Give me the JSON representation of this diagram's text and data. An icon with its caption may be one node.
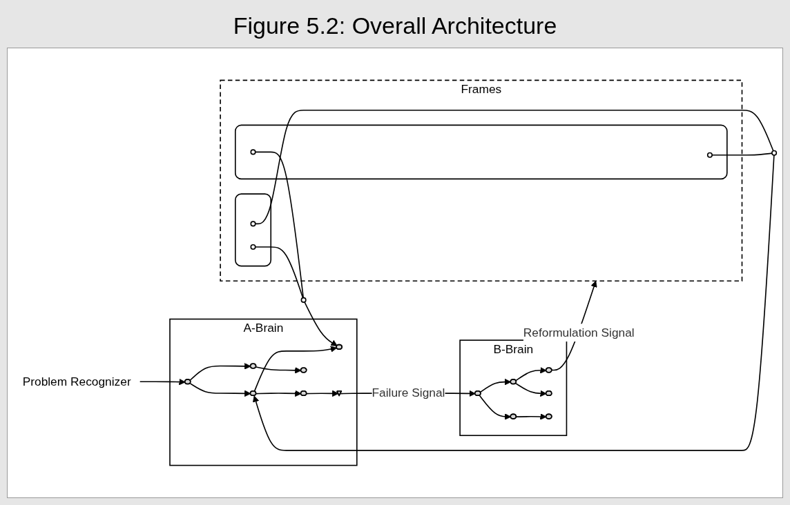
{
  "diagram": {
    "title": "Figure 5.2: Overall Architecture",
    "nodes": [
      {
        "text": [
          "Problem Recognizer"
        ]
      },
      {
        "text": [
          "Frames"
        ]
      },
      {
        "text": [],
        "shape": "box",
        "in": 1
      },
      {
        "text": [],
        "shape": "circle",
        "in": 2
      },
      {
        "text": [],
        "shape": "circle",
        "in": 2
      },
      {
        "text": [],
        "shape": "box",
        "in": 1
      },
      {
        "text": [],
        "shape": "circle",
        "in": 5
      },
      {
        "text": [],
        "shape": "circle",
        "in": 5
      },
      {
        "text": [],
        "shape": "circle"
      },
      {
        "text": [],
        "shape": "circle"
      },
      {
        "text": [
          "A-Brain"
        ]
      },
      {
        "text": [],
        "shape": "pill",
        "in": 10
      },
      {
        "text": [],
        "shape": "pill",
        "in": 10
      },
      {
        "text": [],
        "shape": "pill",
        "in": 10
      },
      {
        "text": [],
        "shape": "pill",
        "in": 10
      },
      {
        "text": [],
        "shape": "pill",
        "in": 10
      },
      {
        "text": [],
        "shape": "pill",
        "in": 10
      },
      {
        "text": [],
        "shape": "triangle",
        "in": 10
      },
      {
        "text": [
          "B-Brain"
        ]
      },
      {
        "text": [],
        "shape": "pill",
        "in": 18
      },
      {
        "text": [],
        "shape": "pill",
        "in": 18
      },
      {
        "text": [],
        "shape": "pill",
        "in": 18
      },
      {
        "text": [],
        "shape": "pill",
        "in": 18
      },
      {
        "text": [],
        "shape": "pill",
        "in": 18
      },
      {
        "text": [],
        "shape": "pill",
        "in": 18
      }
    ],
    "edges": [
      {
        "from": 0,
        "to": 11,
        "arrow": "to"
      },
      {
        "from": 3,
        "to": 8,
        "arrow": "none"
      },
      {
        "from": 4,
        "to": 9,
        "arrow": "none"
      },
      {
        "from": 6,
        "to": 8,
        "arrow": "none"
      },
      {
        "from": 7,
        "to": 9,
        "arrow": "none"
      },
      {
        "from": 8,
        "to": 12,
        "arrow": "to"
      },
      {
        "from": 9,
        "to": 14,
        "arrow": "to"
      },
      {
        "from": 11,
        "to": 12,
        "arrow": "to"
      },
      {
        "from": 11,
        "to": 13,
        "arrow": "to"
      },
      {
        "from": 12,
        "to": 14,
        "arrow": "to"
      },
      {
        "from": 12,
        "to": 15,
        "arrow": "to"
      },
      {
        "from": 13,
        "to": 16,
        "arrow": "to"
      },
      {
        "from": 15,
        "to": 17,
        "arrow": "to"
      },
      {
        "from": 17,
        "to": 19,
        "arrow": "to",
        "label": "Failure Signal"
      },
      {
        "from": 19,
        "to": 20,
        "arrow": "to"
      },
      {
        "from": 19,
        "to": 21,
        "arrow": "to"
      },
      {
        "from": 20,
        "to": 22,
        "arrow": "to"
      },
      {
        "from": 20,
        "to": 23,
        "arrow": "to"
      },
      {
        "from": 21,
        "to": 24,
        "arrow": "to"
      },
      {
        "from": 22,
        "to": 1,
        "arrow": "to",
        "label": "Reformulation Signal"
      }
    ]
  }
}
